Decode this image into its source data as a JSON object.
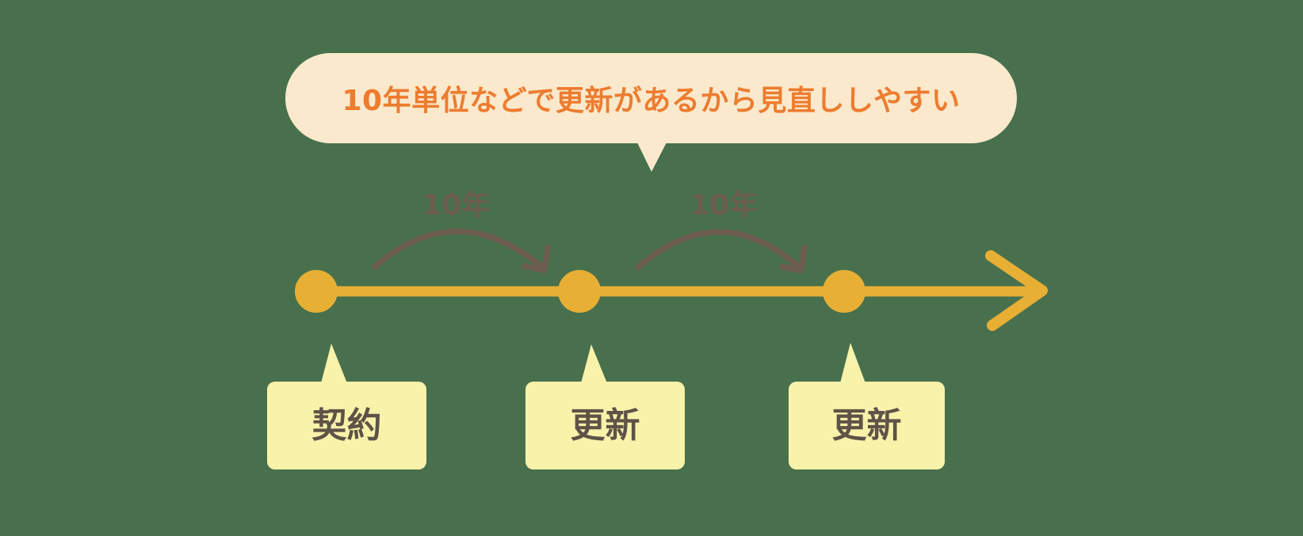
{
  "bubble": {
    "text": "10年単位などで更新があるから見直ししやすい"
  },
  "timeline": {
    "interval_labels": [
      "10年",
      "10年"
    ],
    "events": [
      {
        "label": "契約"
      },
      {
        "label": "更新"
      },
      {
        "label": "更新"
      }
    ]
  },
  "colors": {
    "background": "#48704D",
    "timeline_yellow": "#E8AF35",
    "bubble_cream": "#FAE9CC",
    "bubble_text_orange": "#ED7C2F",
    "event_box_yellow": "#F9F2AA",
    "event_text_brown": "#5E5347",
    "arc_brown": "#6D5E51"
  }
}
